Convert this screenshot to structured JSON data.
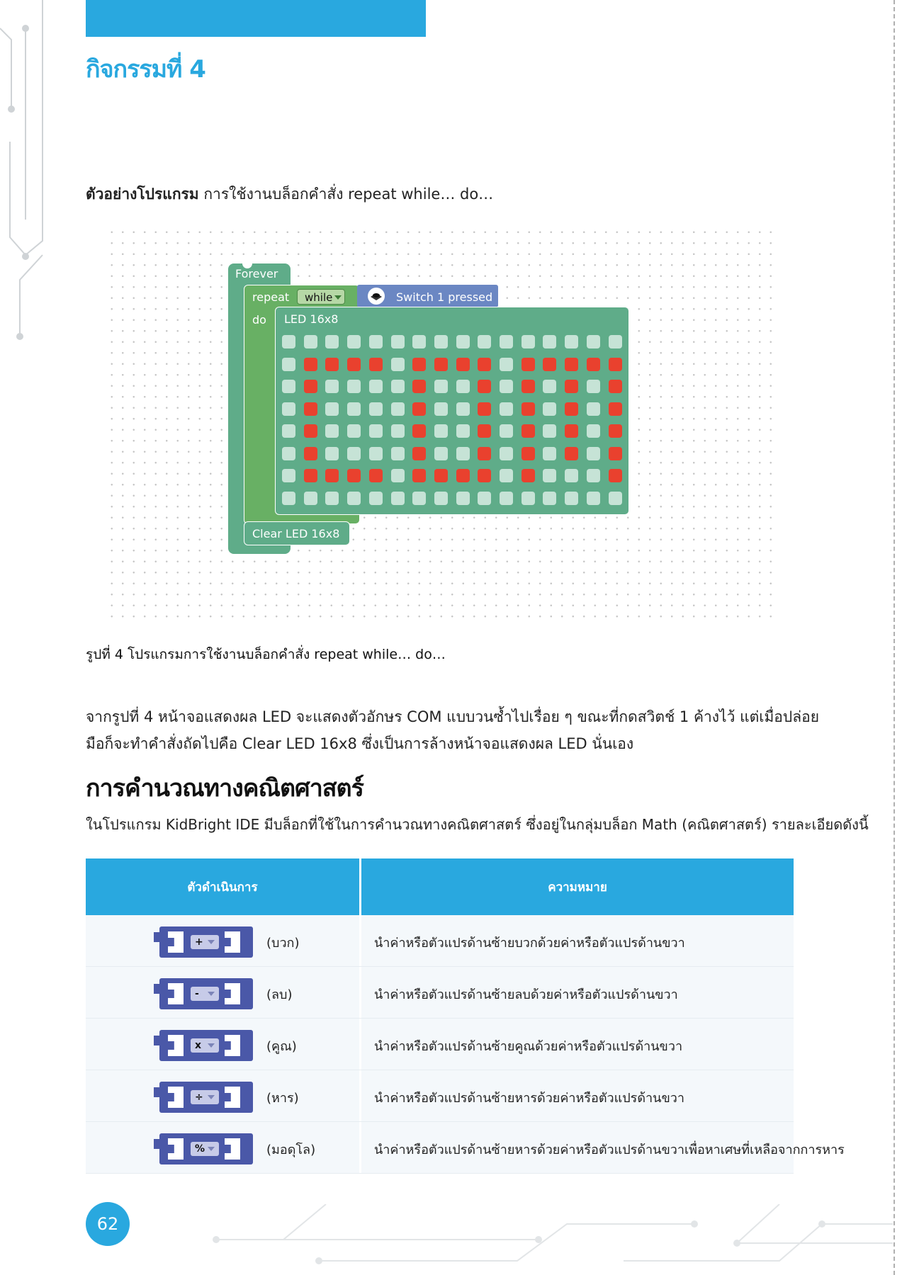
{
  "header": {
    "activity_title": "กิจกรรมที่ 4"
  },
  "intro": {
    "bold": "ตัวอย่างโปรแกรม",
    "text": " การใช้งานบล็อกคำสั่ง repeat while… do…"
  },
  "blocks": {
    "forever": "Forever",
    "repeat": "repeat",
    "while_option": "while",
    "do": "do",
    "switch": "Switch 1 pressed",
    "led": "LED 16x8",
    "clear": "Clear LED 16x8",
    "led_pattern": [
      "0000000000000000",
      "0111101111011111",
      "0100001001010101",
      "0100001001010101",
      "0100001001010101",
      "0100001001010101",
      "0111101111010001",
      "0000000000000000"
    ],
    "colors": {
      "on": "#e9412e",
      "off": "#c6e3d6",
      "block_green": "#5fac89",
      "switch_blue": "#6b87c3"
    }
  },
  "figure_caption": "รูปที่ 4 โปรแกรมการใช้งานบล็อกคำสั่ง repeat while… do…",
  "paragraph": {
    "line1": "จากรูปที่ 4 หน้าจอแสดงผล LED จะแสดงตัวอักษร COM แบบวนซ้ำไปเรื่อย ๆ ขณะที่กดสวิตช์ 1 ค้างไว้ แต่เมื่อปล่อย",
    "line2": "มือก็จะทำคำสั่งถัดไปคือ Clear LED 16x8 ซึ่งเป็นการล้างหน้าจอแสดงผล LED นั่นเอง"
  },
  "section": {
    "heading": "การคำนวณทางคณิตศาสตร์",
    "description": "ในโปรแกรม KidBright IDE มีบล็อกที่ใช้ในการคำนวณทางคณิตศาสตร์ ซึ่งอยู่ในกลุ่มบล็อก Math (คณิตศาสตร์) รายละเอียดดังนี้"
  },
  "table": {
    "headers": [
      "ตัวดำเนินการ",
      "ความหมาย"
    ],
    "rows": [
      {
        "symbol": "+",
        "name": "(บวก)",
        "meaning": "นำค่าหรือตัวแปรด้านซ้ายบวกด้วยค่าหรือตัวแปรด้านขวา"
      },
      {
        "symbol": "-",
        "name": "(ลบ)",
        "meaning": "นำค่าหรือตัวแปรด้านซ้ายลบด้วยค่าหรือตัวแปรด้านขวา"
      },
      {
        "symbol": "x",
        "name": "(คูณ)",
        "meaning": "นำค่าหรือตัวแปรด้านซ้ายคูณด้วยค่าหรือตัวแปรด้านขวา"
      },
      {
        "symbol": "÷",
        "name": "(หาร)",
        "meaning": "นำค่าหรือตัวแปรด้านซ้ายหารด้วยค่าหรือตัวแปรด้านขวา"
      },
      {
        "symbol": "%",
        "name": "(มอดุโล)",
        "meaning": "นำค่าหรือตัวแปรด้านซ้ายหารด้วยค่าหรือตัวแปรด้านขวาเพื่อหาเศษที่เหลือจากการหาร"
      }
    ]
  },
  "footer": {
    "page_number": "62"
  }
}
